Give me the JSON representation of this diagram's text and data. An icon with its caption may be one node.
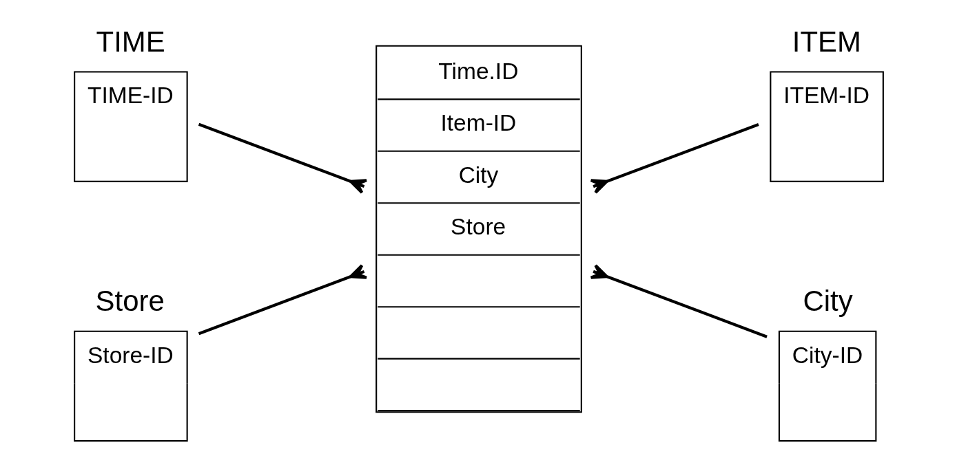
{
  "diagram": {
    "nodes": [
      {
        "text": [
          "TIME",
          "TIME-ID"
        ]
      },
      {
        "text": [
          "Store",
          "Store-ID"
        ]
      },
      {
        "text": [
          "Time.ID",
          "Item-ID",
          "City",
          "Store"
        ]
      },
      {
        "text": [
          "ITEM",
          "ITEM-ID"
        ]
      },
      {
        "text": [
          "City",
          "City-ID"
        ]
      }
    ],
    "edges": [
      {
        "from": 0,
        "to": 2,
        "arrow": "other"
      },
      {
        "from": 1,
        "to": 2,
        "arrow": "other"
      },
      {
        "from": 3,
        "to": 2,
        "arrow": "other"
      },
      {
        "from": 4,
        "to": 2,
        "arrow": "other"
      }
    ]
  }
}
